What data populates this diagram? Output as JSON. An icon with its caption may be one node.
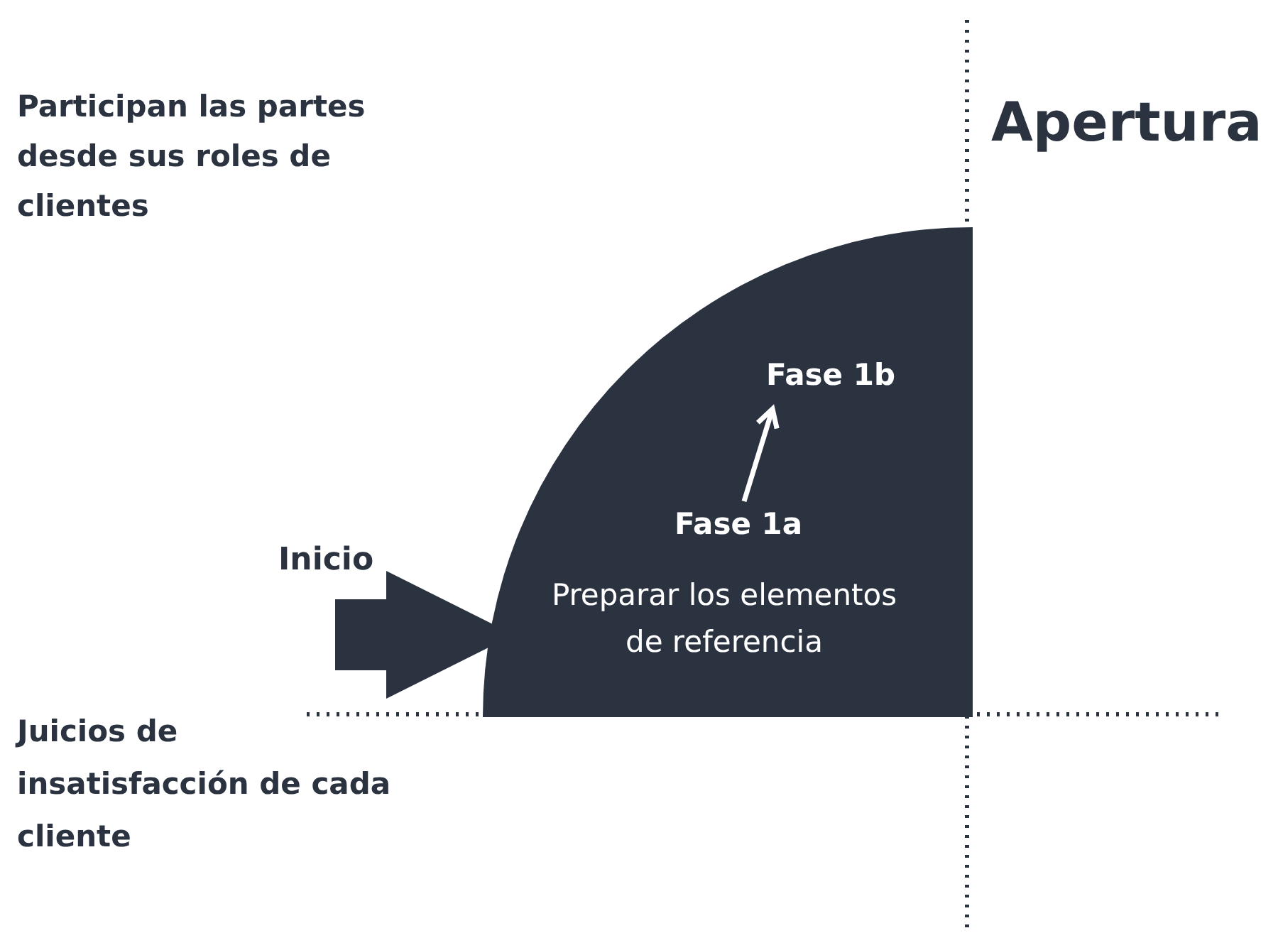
{
  "diagram": {
    "nodes": [
      {
        "text": [
          "Preparar los elementos de referencia"
        ]
      },
      {
        "text": [
          "Fase 1a"
        ],
        "in": 0
      },
      {
        "text": [
          "Fase 1b"
        ],
        "in": 0
      }
    ],
    "edges": [
      {
        "from": null,
        "to": 0,
        "arrow": "to",
        "label": "Inicio",
        "style": "thick",
        "color": "#2b3240"
      },
      {
        "from": 1,
        "to": 2,
        "arrow": "to",
        "color": "#ffffff"
      }
    ],
    "labels": [
      "Participan las partes desde sus roles de clientes",
      "Apertura",
      "Juicios de insatisfacción de cada cliente"
    ]
  }
}
